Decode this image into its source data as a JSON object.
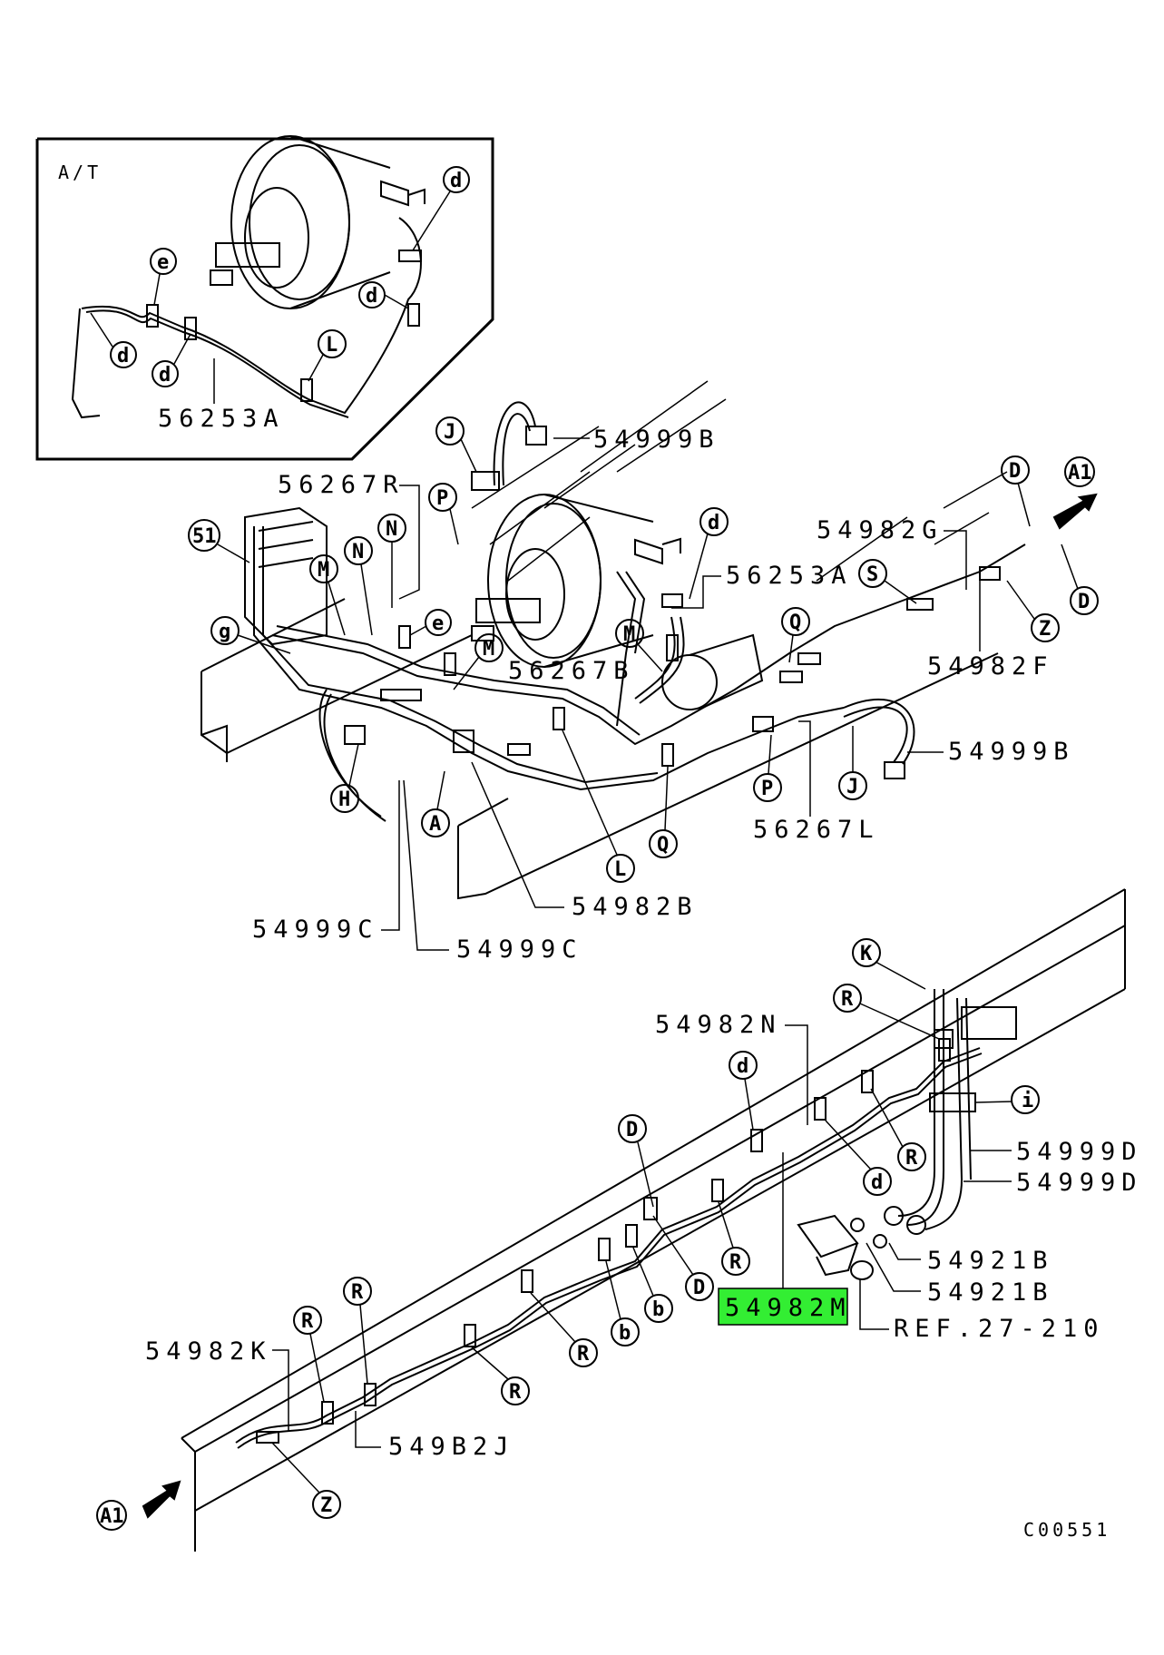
{
  "diagram": {
    "inset_label": "A/T",
    "figure_code": "C00551",
    "highlight_color": "#33ee33",
    "highlighted_part": "54982M",
    "part_labels": {
      "p56253A_inset": "56253A",
      "p54999B_top": "54999B",
      "p56267R": "56267R",
      "p54982G": "54982G",
      "p56253A": "56253A",
      "p56267B": "56267B",
      "p54982F": "54982F",
      "p54999B_right": "54999B",
      "p56267L": "56267L",
      "p54982B": "54982B",
      "p54999C_1": "54999C",
      "p54999C_2": "54999C",
      "p54982N": "54982N",
      "p54999D_1": "54999D",
      "p54999D_2": "54999D",
      "p54921B_1": "54921B",
      "p54921B_2": "54921B",
      "p54982M": "54982M",
      "ref": "REF.27-210",
      "p54982K": "54982K",
      "p54982J": "549B2J"
    },
    "callouts": [
      "d",
      "e",
      "d",
      "d",
      "d",
      "L",
      "J",
      "P",
      "51",
      "N",
      "M",
      "g",
      "e",
      "M",
      "M",
      "d",
      "S",
      "D",
      "A1",
      "D",
      "Z",
      "Q",
      "H",
      "A",
      "L",
      "Q",
      "P",
      "J",
      "K",
      "R",
      "i",
      "d",
      "D",
      "R",
      "d",
      "R",
      "D",
      "b",
      "b",
      "R",
      "R",
      "R",
      "R",
      "Z",
      "A1"
    ]
  }
}
